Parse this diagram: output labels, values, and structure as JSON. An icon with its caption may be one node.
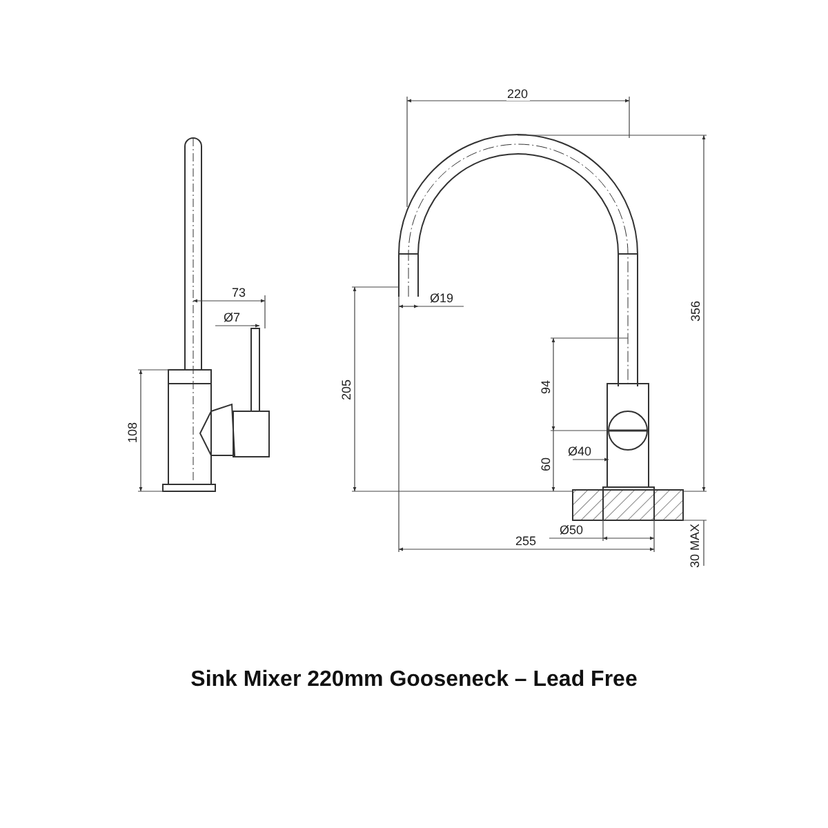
{
  "diagram": {
    "title": "Sink Mixer 220mm Gooseneck – Lead Free",
    "labels": [
      "220",
      "73",
      "Ø19",
      "Ø7",
      "356",
      "205",
      "94",
      "108",
      "60",
      "Ø40",
      "Ø50",
      "255",
      "30 MAX"
    ]
  }
}
